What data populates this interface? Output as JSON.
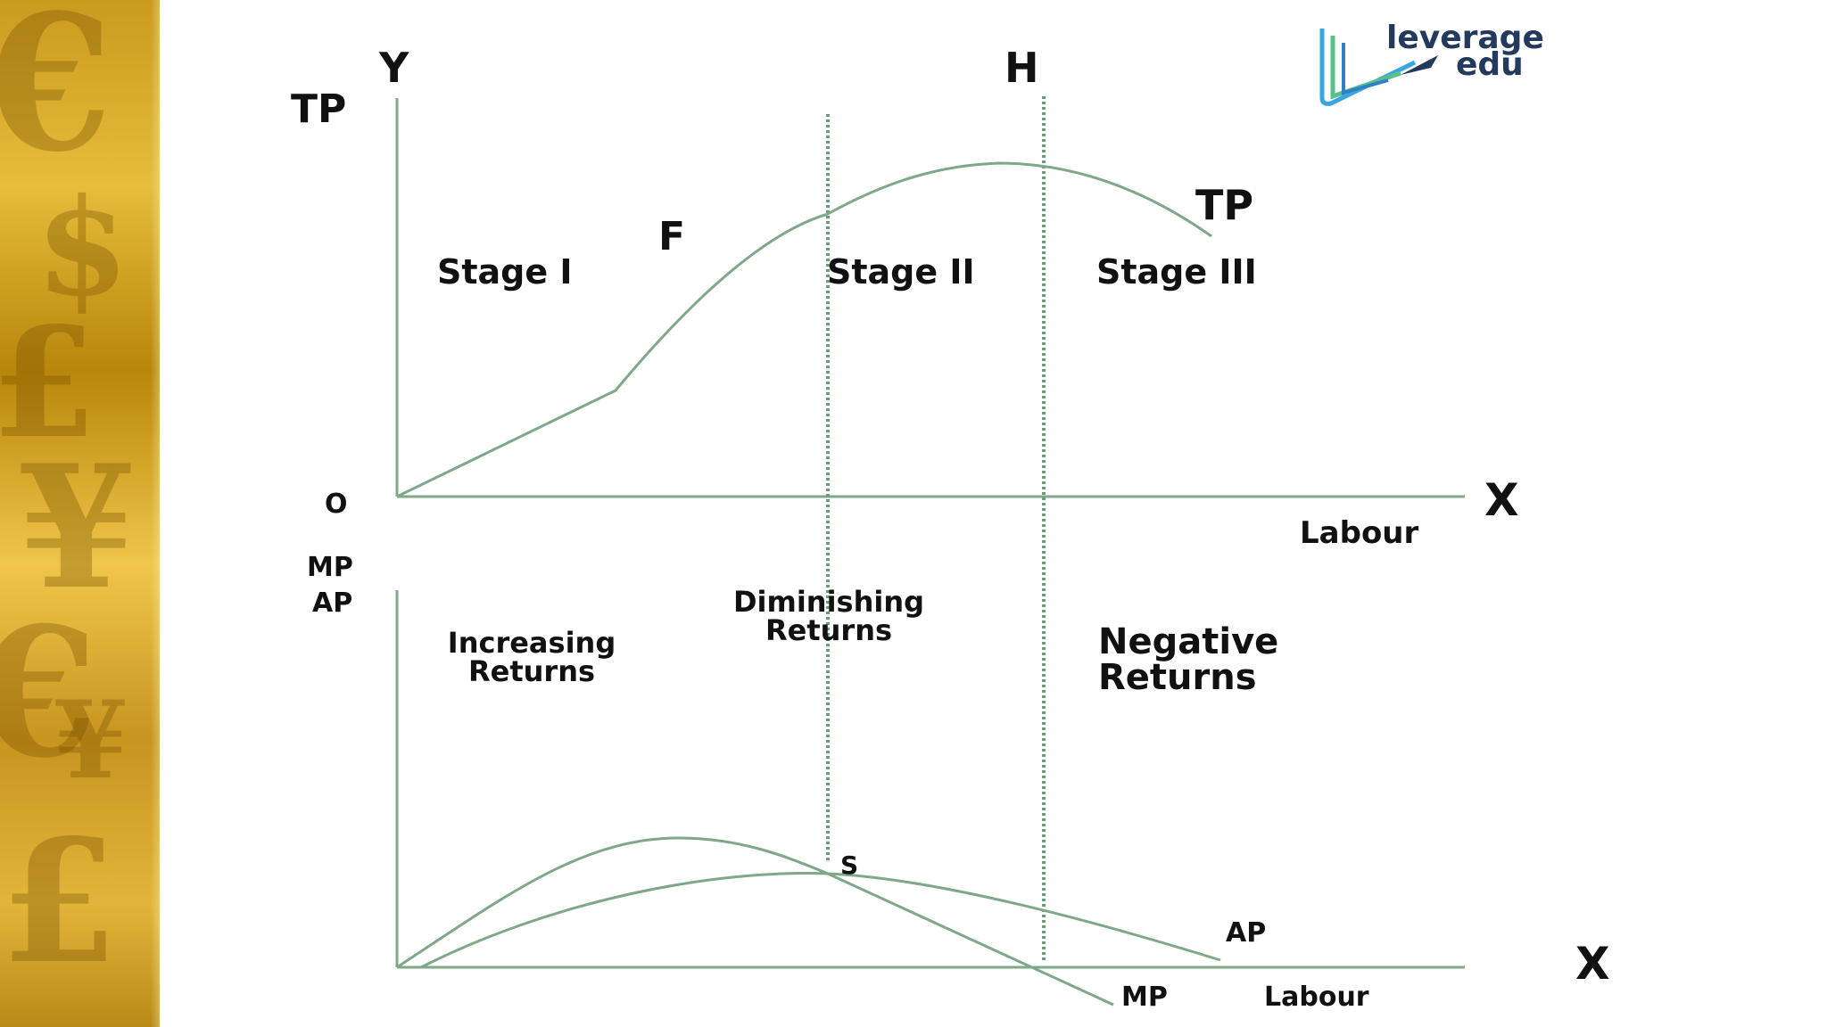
{
  "colors": {
    "curve": "#7fa888",
    "text": "#111111",
    "logo_text": "#233a5e",
    "logo_blue": "#3aa6e0",
    "logo_green": "#58c08a"
  },
  "logo": {
    "line1": "leverage",
    "line2": "edu"
  },
  "top_panel": {
    "y_axis": "Y",
    "tp_axis": "TP",
    "origin": "O",
    "x_axis": "X",
    "x_label": "Labour",
    "h_label": "H",
    "f_label": "F",
    "curve_label": "TP",
    "stages": [
      "Stage I",
      "Stage II",
      "Stage III"
    ]
  },
  "bottom_panel": {
    "mp_axis": "MP",
    "ap_axis": "AP",
    "x_axis": "X",
    "x_label": "Labour",
    "s_label": "S",
    "ap_curve": "AP",
    "mp_curve": "MP",
    "increasing": {
      "line1": "Increasing",
      "line2": "Returns"
    },
    "diminishing": {
      "line1": "Diminishing",
      "line2": "Returns"
    },
    "negative": {
      "line1": "Negative",
      "line2": "Returns"
    }
  }
}
